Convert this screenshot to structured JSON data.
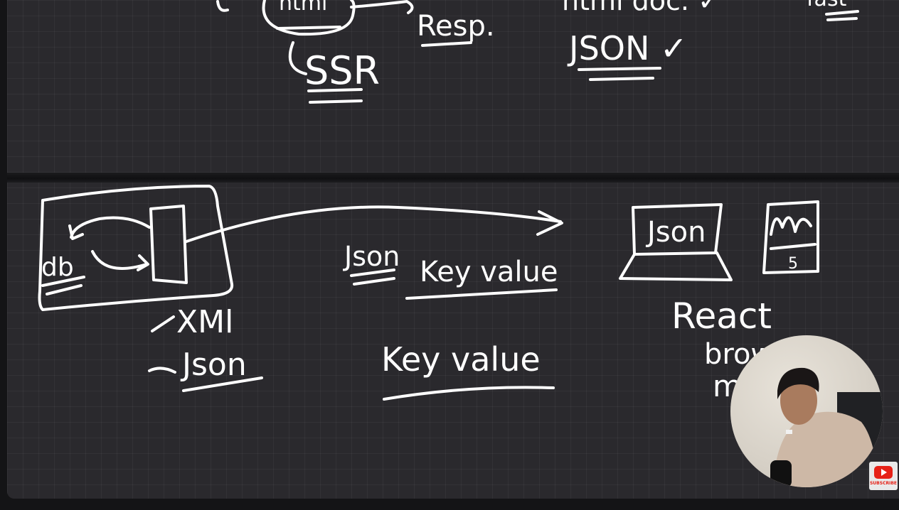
{
  "top_panel": {
    "html_label": "html",
    "resp_label": "Resp.",
    "ssr_label": "SSR",
    "html_doc_label": "html doc. ✓",
    "json_label": "JSON ✓",
    "fast_label": "fast"
  },
  "bottom_panel": {
    "db_label": "db",
    "xml_label": "XMl",
    "json_left_label": "Json",
    "json_mid_label": "Json",
    "key_value_top": "Key value",
    "key_value_bottom": "Key value",
    "laptop_json_label": "Json",
    "react_label": "React",
    "browser_label": "brow",
    "mobile_label": "m"
  },
  "overlay": {
    "subscribe_label": "SUBSCRIBE"
  }
}
